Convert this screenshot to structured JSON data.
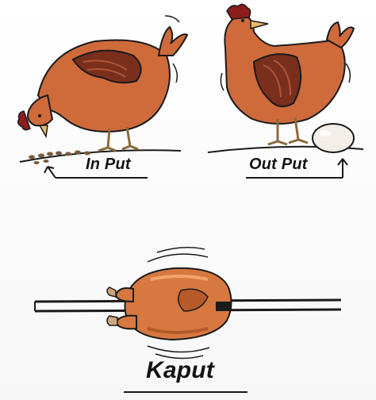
{
  "captions": {
    "input": "In Put",
    "output": "Out Put",
    "kaput": "Kaput"
  },
  "colors": {
    "chicken_body": "#cf6a3b",
    "chicken_wing": "#7a2f1d",
    "chicken_comb": "#8b1d1d",
    "roast": "#d6783f",
    "roast_dark": "#b65a2a",
    "legs": "#cfa77c",
    "egg": "#f3eee8",
    "line": "#1a1a1a"
  },
  "icons": {
    "feeding_chicken": "chicken-eating-icon",
    "laying_chicken": "chicken-laying-icon",
    "egg": "egg-icon",
    "roast_chicken": "roast-chicken-icon",
    "spit": "spit-icon",
    "arrow_in": "arrow-left-icon",
    "arrow_out": "arrow-up-icon"
  }
}
